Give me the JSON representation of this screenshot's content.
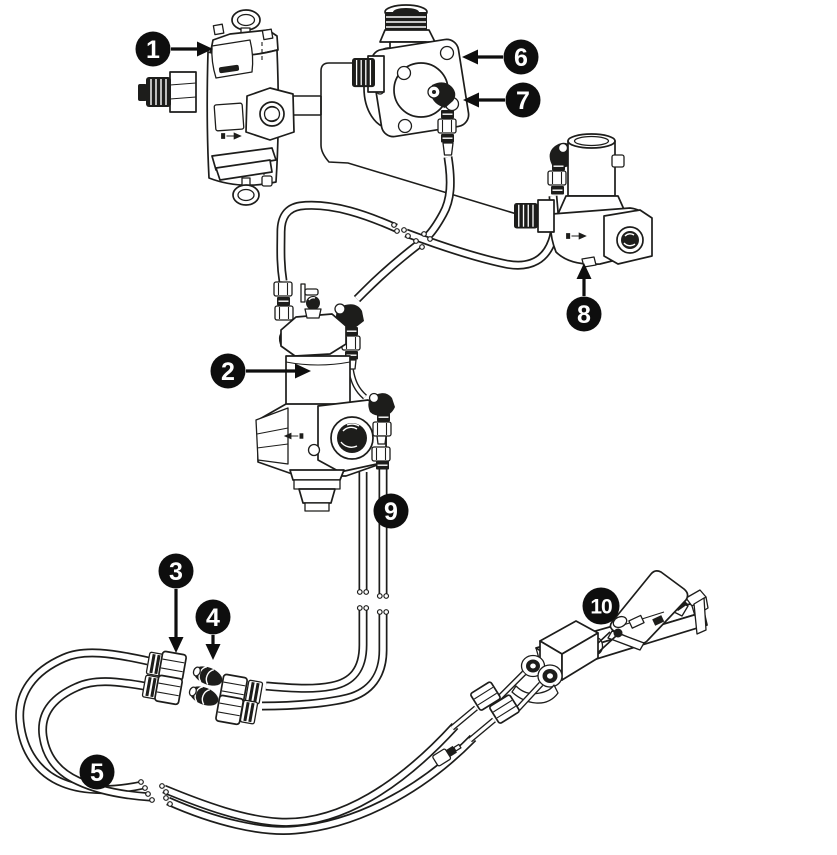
{
  "diagram": {
    "background_color": "#ffffff",
    "line_color": "#1d1d1b",
    "callout_style": {
      "fill": "#0e0e0e",
      "text_color": "#ffffff",
      "shape": "filled-circle",
      "arrow": "solid-triangle"
    },
    "callouts": [
      {
        "label": "1",
        "points_to": "top-left shutoff valve"
      },
      {
        "label": "2",
        "points_to": "central mixing valve"
      },
      {
        "label": "3",
        "points_to": "hose end ferrule fitting"
      },
      {
        "label": "4",
        "points_to": "inline hose coupling"
      },
      {
        "label": "5",
        "points_to": "twin supply hoses"
      },
      {
        "label": "6",
        "points_to": "pressure regulator"
      },
      {
        "label": "7",
        "points_to": "regulator elbow fitting"
      },
      {
        "label": "8",
        "points_to": "right-hand control valve"
      },
      {
        "label": "9",
        "points_to": "hose elbow fitting below mixing valve"
      },
      {
        "label": "10",
        "points_to": "foot pedal valve assembly"
      }
    ]
  }
}
